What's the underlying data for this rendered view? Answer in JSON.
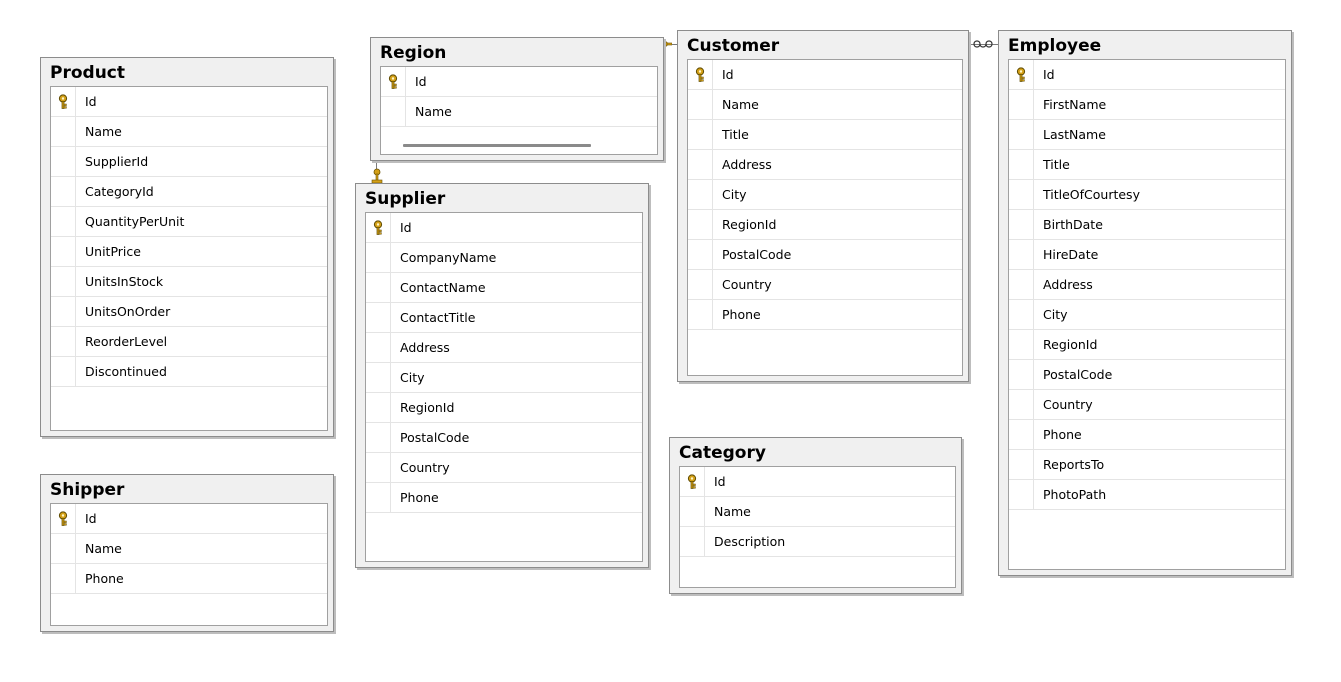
{
  "tables": [
    {
      "name": "Product",
      "columns": [
        "Id",
        "Name",
        "SupplierId",
        "CategoryId",
        "QuantityPerUnit",
        "UnitPrice",
        "UnitsInStock",
        "UnitsOnOrder",
        "ReorderLevel",
        "Discontinued"
      ],
      "primary_key": "Id"
    },
    {
      "name": "Shipper",
      "columns": [
        "Id",
        "Name",
        "Phone"
      ],
      "primary_key": "Id"
    },
    {
      "name": "Region",
      "columns": [
        "Id",
        "Name"
      ],
      "primary_key": "Id"
    },
    {
      "name": "Supplier",
      "columns": [
        "Id",
        "CompanyName",
        "ContactName",
        "ContactTitle",
        "Address",
        "City",
        "RegionId",
        "PostalCode",
        "Country",
        "Phone"
      ],
      "primary_key": "Id"
    },
    {
      "name": "Customer",
      "columns": [
        "Id",
        "Name",
        "Title",
        "Address",
        "City",
        "RegionId",
        "PostalCode",
        "Country",
        "Phone"
      ],
      "primary_key": "Id"
    },
    {
      "name": "Category",
      "columns": [
        "Id",
        "Name",
        "Description"
      ],
      "primary_key": "Id"
    },
    {
      "name": "Employee",
      "columns": [
        "Id",
        "FirstName",
        "LastName",
        "Title",
        "TitleOfCourtesy",
        "BirthDate",
        "HireDate",
        "Address",
        "City",
        "RegionId",
        "PostalCode",
        "Country",
        "Phone",
        "ReportsTo",
        "PhotoPath"
      ],
      "primary_key": "Id"
    }
  ],
  "relationships": [
    {
      "from": "Region",
      "to": "Customer"
    },
    {
      "from": "Region",
      "to": "Supplier"
    },
    {
      "from": "Customer",
      "to": "Employee"
    }
  ],
  "colors": {
    "key_icon": "#d4a017",
    "table_border": "#8c8c8c",
    "table_bg": "#f0f0f0"
  },
  "icons": {
    "primary_key": "key-icon",
    "relationship_end": "key-icon",
    "relationship_many": "infinity-icon"
  }
}
